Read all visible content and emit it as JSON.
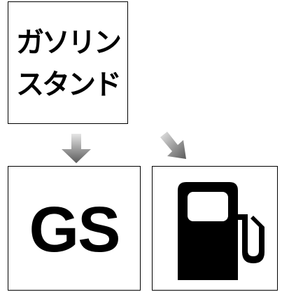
{
  "diagram": {
    "top_box": {
      "lines": [
        "ガソリン",
        "スタンド"
      ]
    },
    "left_result": {
      "text": "GS"
    },
    "right_result": {
      "icon": "fuel-pump-icon"
    },
    "arrows": [
      {
        "name": "arrow-down",
        "direction": "down",
        "color": "#6b6b6b"
      },
      {
        "name": "arrow-diagonal",
        "direction": "down-right",
        "color": "#6b6b6b"
      }
    ]
  }
}
